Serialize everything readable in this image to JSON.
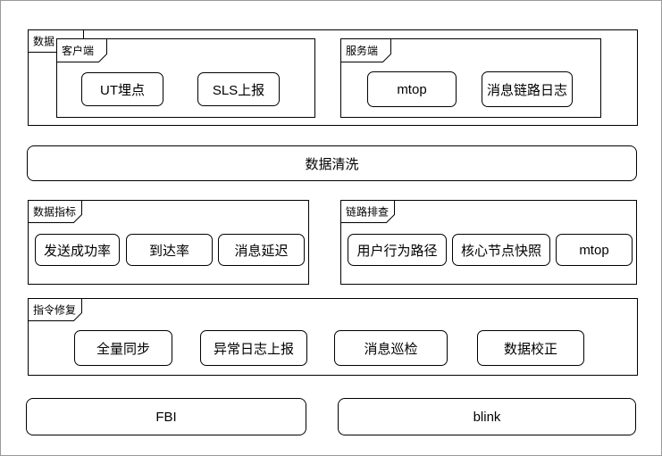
{
  "top_frame": {
    "label": "数据"
  },
  "client": {
    "label": "客户端",
    "buttons": [
      "UT埋点",
      "SLS上报"
    ]
  },
  "server": {
    "label": "服务端",
    "buttons": [
      "mtop",
      "消息链路日志"
    ]
  },
  "clean": {
    "label": "数据清洗"
  },
  "metrics": {
    "label": "数据指标",
    "buttons": [
      "发送成功率",
      "到达率",
      "消息延迟"
    ]
  },
  "trace": {
    "label": "链路排查",
    "buttons": [
      "用户行为路径",
      "核心节点快照",
      "mtop"
    ]
  },
  "repair": {
    "label": "指令修复",
    "buttons": [
      "全量同步",
      "异常日志上报",
      "消息巡检",
      "数据校正"
    ]
  },
  "platforms": {
    "fbi": "FBI",
    "blink": "blink"
  },
  "colors": {
    "stroke": "#000000",
    "fill": "#ffffff",
    "canvas_border": "#999999"
  }
}
